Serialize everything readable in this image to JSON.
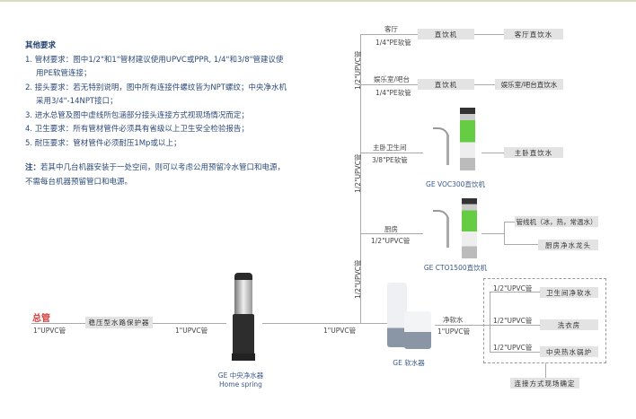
{
  "notes": {
    "title": "其他要求",
    "items": [
      "1. 管材要求：图中1/2\"和1\"管材建议使用UPVC或PPR, 1/4\"和3/8\"管建议使",
      "用PE软管连接；",
      "2. 接头要求：若无特别说明，图中所有连接件螺纹皆为NPT螺纹；中央净水机",
      "采用3/4\"-14NPT接口；",
      "3. 进水总管及图中虚线所包涵部分接头连接方式视现场情况而定；",
      "4. 卫生要求：所有管材管件必须具有省级以上卫生安全检验报告；",
      "5. 耐压要求：管材管件必须耐压1Mp或以上；"
    ],
    "note_label": "注：",
    "note_text": "若其中几台机器安装于一处空间，则可以考虑公用预留冷水管口和电源，",
    "note_text2": "不需每台机器预留管口和电源。"
  },
  "main": {
    "inlet_label": "总管",
    "inlet_pipe": "1\"UPVC管",
    "protector": "稳压型水路保护器",
    "pipe2": "1\"UPVC管",
    "central_name": "GE 中央净水器",
    "central_sub": "Home spring",
    "pipe3": "1\"UPVC管",
    "trunk_pipe": "1/2\"UPVC管"
  },
  "branches": {
    "living": {
      "room": "客厅",
      "pipe": "1/4\"PE软管",
      "device": "直饮机",
      "out": "客厅直饮水"
    },
    "bar": {
      "room": "娱乐室/吧台",
      "pipe": "1/4\"PE软管",
      "device": "直饮机",
      "out": "娱乐室/吧台直饮水"
    },
    "master": {
      "room": "主卧卫生间",
      "pipe": "3/8\"PE软管",
      "device": "GE VOC300直饮机",
      "out": "主卧直饮水"
    },
    "kitchen": {
      "room": "厨房",
      "pipe": "1/2\"UPVC管",
      "device": "GE CTO1500直饮机",
      "out1": "管线机（冰，热，常温水）",
      "out2": "厨房净水龙头"
    }
  },
  "softener": {
    "name": "GE 软水器",
    "out_label": "净软水",
    "out_pipe": "1\"UPVC管",
    "sub_pipe": "1/2\"UPVC管",
    "outputs": [
      "卫生间净软水",
      "洗衣房",
      "中央热水锅炉"
    ],
    "note": "连接方式现场确定"
  }
}
